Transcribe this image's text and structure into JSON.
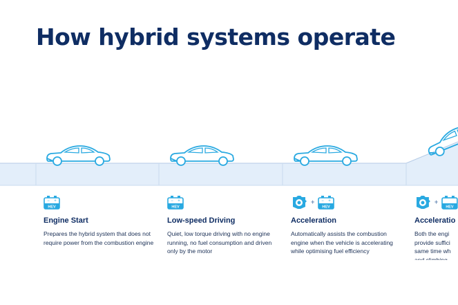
{
  "title": "How hybrid systems operate",
  "colors": {
    "title": "#0f2d63",
    "road": "#e3eefa",
    "road_line": "#b5cbe6",
    "icon": "#29a9e1",
    "icon_dark": "#6b8db8"
  },
  "stages": [
    {
      "title": "Engine Start",
      "description": "Prepares the hybrid system that does not require power from the combustion engine",
      "icons": [
        "battery-icon"
      ],
      "battery_label": "HEV"
    },
    {
      "title": "Low-speed Driving",
      "description": "Quiet, low torque driving with no engine running, no fuel consumption and driven only by the motor",
      "icons": [
        "battery-icon"
      ],
      "battery_label": "HEV"
    },
    {
      "title": "Acceleration",
      "description": "Automatically assists the combustion engine when the vehicle is accelerating while optimising fuel efficiency",
      "icons": [
        "engine-icon",
        "battery-icon"
      ],
      "battery_label": "HEV",
      "plus": "+"
    },
    {
      "title": "Acceleratio",
      "description": "Both the engi provide suffici same time wh and climbing",
      "icons": [
        "engine-icon",
        "battery-icon"
      ],
      "battery_label": "HEV",
      "plus": "+"
    }
  ]
}
